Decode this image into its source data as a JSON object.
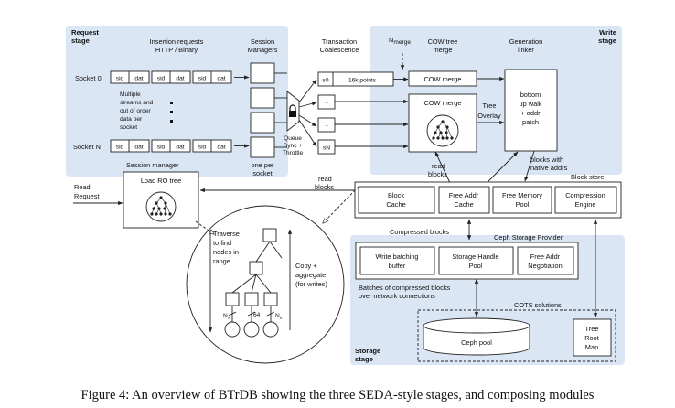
{
  "stages": {
    "request": [
      "Request",
      "stage"
    ],
    "write": [
      "Write",
      "stage"
    ],
    "storage": [
      "Storage",
      "stage"
    ]
  },
  "headers": {
    "insertion": [
      "Insertion requests",
      "HTTP / Binary"
    ],
    "session_managers": [
      "Session",
      "Managers"
    ],
    "transaction": [
      "Transaction",
      "Coalescence"
    ],
    "nmerge": "N",
    "nmerge_sub": "merge",
    "cow_tree_merge": [
      "COW tree",
      "merge"
    ],
    "generation_linker": [
      "Generation",
      "linker"
    ]
  },
  "sockets": {
    "socket0": "Socket 0",
    "socketN": "Socket N",
    "cells": [
      "sid",
      "dat",
      "sid",
      "dat",
      "sid",
      "dat"
    ],
    "note": [
      "Multiple",
      "streams and",
      "out of order",
      "data per",
      "socket"
    ]
  },
  "queue": [
    "Queue",
    "Sync +",
    "Throttle"
  ],
  "one_per_socket": [
    "one per",
    "socket"
  ],
  "transactions": {
    "s0": "s0",
    "points": "16k points",
    "dots1": "..",
    "dots2": "..",
    "sN": "sN"
  },
  "cow": {
    "merge_top": "COW merge",
    "merge_mid": "COW merge",
    "tree_overlay": [
      "Tree",
      "Overlay"
    ]
  },
  "generation": [
    "bottom",
    "up walk",
    "+ addr",
    "patch"
  ],
  "labels": {
    "blocks_native": [
      "blocks with",
      "native addrs"
    ],
    "read_blocks_v": [
      "read",
      "blocks"
    ],
    "read_blocks_h": [
      "read",
      "blocks"
    ],
    "session_manager": "Session manager",
    "read_request": [
      "Read",
      "Request"
    ],
    "load_ro_tree": "Load RO tree",
    "block_store": "Block store",
    "compressed_blocks": "Compressed blocks",
    "ceph_provider": "Ceph Storage Provider",
    "batches": [
      "Batches of compressed blocks",
      "over network connections"
    ],
    "cots": "COTS solutions"
  },
  "block_store": [
    "Block Cache",
    "Free Addr Cache",
    "Free Memory Pool",
    "Compression Engine"
  ],
  "ceph_modules": [
    "Write batching buffer",
    "Storage Handle Pool",
    "Free Addr Negotiation"
  ],
  "ceph_pool": "Ceph pool",
  "tree_root_map": [
    "Tree",
    "Root",
    "Map"
  ],
  "traverse": {
    "left": [
      "Traverse",
      "to find",
      "nodes in",
      "range"
    ],
    "right": [
      "Copy +",
      "aggregate",
      "(for writes)"
    ],
    "n1": "N",
    "n1_sub": "s",
    "n2": "64",
    "n3": "N",
    "n3_sub": "a"
  },
  "caption": "Figure 4: An overview of BTrDB showing the three SEDA-style stages, and composing modules"
}
